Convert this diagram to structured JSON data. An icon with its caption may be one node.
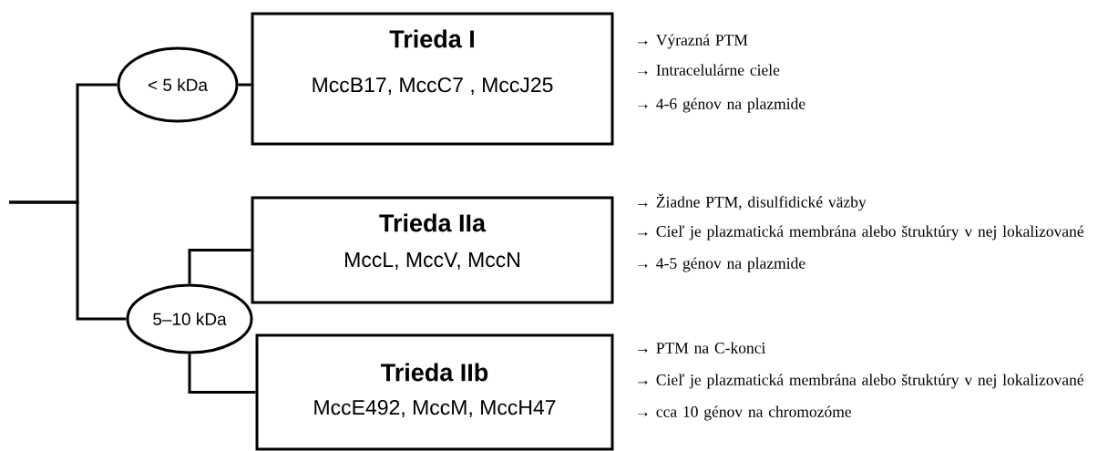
{
  "diagram": {
    "nodes": [
      {
        "text": [
          "< 5 kDa"
        ]
      },
      {
        "text": [
          "Trieda I",
          "MccB17, MccC7 , MccJ25"
        ],
        "beside": [
          "→ Výrazná PTM",
          "→ Intracelulárne ciele",
          "→ 4-6 génov na plazmide"
        ]
      },
      {
        "text": [
          "5–10 kDa"
        ]
      },
      {
        "text": [
          "Trieda IIa",
          "MccL, MccV, MccN"
        ],
        "beside": [
          "→ Žiadne PTM, disulfidické väzby",
          "→ Cieľ je plazmatická membrána alebo štruktúry v nej lokalizované",
          "→ 4-5 génov na plazmide"
        ]
      },
      {
        "text": [
          "Trieda IIb",
          "MccE492, MccM, MccH47"
        ],
        "beside": [
          "→ PTM na C-konci",
          "→ Cieľ je plazmatická membrána alebo štruktúry v nej lokalizované",
          "→ cca 10 génov na chromozóme"
        ]
      }
    ],
    "edges": [
      {
        "from": null,
        "to": 0,
        "arrow": "none"
      },
      {
        "from": null,
        "to": 2,
        "arrow": "none"
      },
      {
        "from": 0,
        "to": 1,
        "arrow": "none"
      },
      {
        "from": 2,
        "to": 3,
        "arrow": "none"
      },
      {
        "from": 2,
        "to": 4,
        "arrow": "none"
      }
    ]
  }
}
